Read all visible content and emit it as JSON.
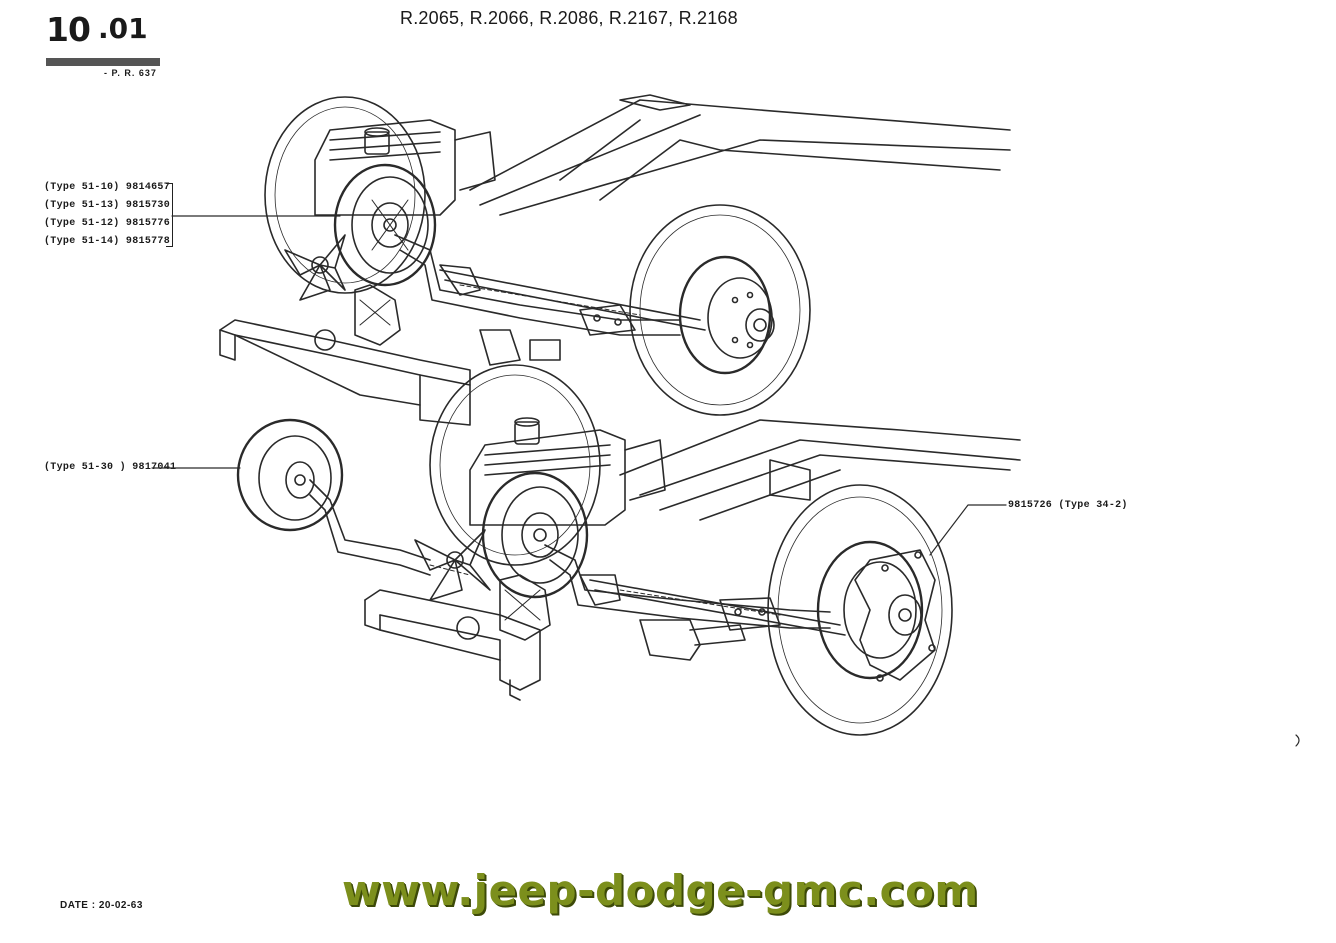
{
  "header": {
    "section_major": "10",
    "section_minor": ".01",
    "page_ref": "- P. R. 637",
    "models": "R.2065, R.2066, R.2086, R.2167, R.2168"
  },
  "labels": {
    "upper_group": [
      "(Type 51-10) 9814657",
      "(Type 51-13) 9815730",
      "(Type 51-12) 9815776",
      "(Type 51-14) 9815778"
    ],
    "lower_left": "(Type 51-30 ) 9817041",
    "lower_right": "9815726 (Type 34-2)"
  },
  "footer": {
    "date": "DATE : 20-02-63",
    "website": "www.jeep-dodge-gmc.com"
  },
  "colors": {
    "line": "#2a2a2a",
    "website_green": "#7c8f1c"
  }
}
